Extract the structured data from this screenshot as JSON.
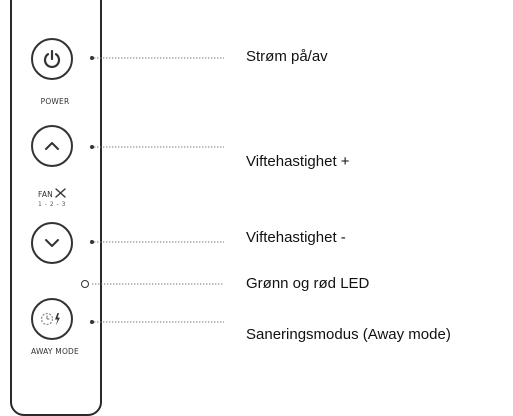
{
  "panel": {
    "power_caption": "POWER",
    "fan_caption": "FAN",
    "fan_speeds": "1 - 2 - 3",
    "away_caption": "AWAY MODE"
  },
  "icons": {
    "power": "power-icon",
    "up": "chevron-up-icon",
    "down": "chevron-down-icon",
    "fan": "fan-icon",
    "led": "led-indicator",
    "away": "clock-bolt-icon"
  },
  "callouts": {
    "power": "Strøm på/av",
    "fan_up": "Viftehastighet +",
    "fan_down": "Viftehastighet -",
    "led": "Grønn og rød LED",
    "away": "Saneringsmodus (Away mode)"
  },
  "colors": {
    "outline": "#333333",
    "connector": "#777777",
    "text": "#111111"
  }
}
